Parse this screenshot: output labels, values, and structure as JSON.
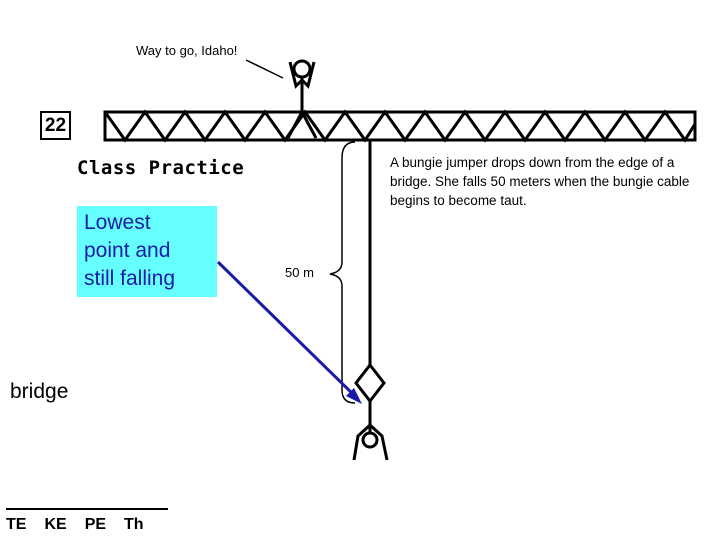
{
  "slide": {
    "number": "22",
    "section_title": "Class Practice"
  },
  "speech_bubble": "Way to go, Idaho!",
  "problem_text": "A bungie jumper drops down from the edge of a bridge. She falls 50 meters when the bungie cable begins to become taut.",
  "callout": {
    "lines": [
      "Lowest",
      "point and",
      "still falling"
    ],
    "background": "#66ffff",
    "text_color": "#1a1aa8"
  },
  "distance_label": "50 m",
  "bridge_label": "bridge",
  "energy_columns": [
    "TE",
    "KE",
    "PE",
    "Th"
  ],
  "arrow_color": "#1a1aa8"
}
